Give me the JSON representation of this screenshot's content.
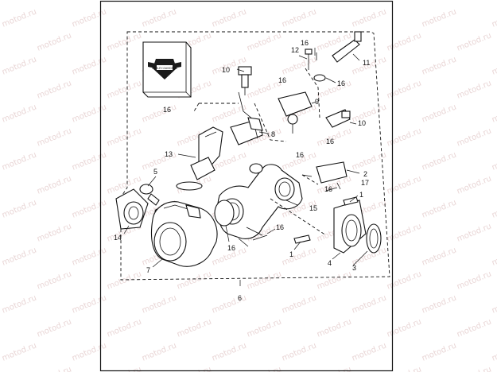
{
  "watermark": "motod.ru",
  "kit_label": "HARLEY-DAVIDSON",
  "callouts": [
    {
      "id": "c16a",
      "text": "16"
    },
    {
      "id": "c12",
      "text": "12"
    },
    {
      "id": "c11",
      "text": "11"
    },
    {
      "id": "c16b",
      "text": "16"
    },
    {
      "id": "c10a",
      "text": "10"
    },
    {
      "id": "c16c",
      "text": "16"
    },
    {
      "id": "c16d",
      "text": "16"
    },
    {
      "id": "c9",
      "text": "9"
    },
    {
      "id": "c10b",
      "text": "10"
    },
    {
      "id": "c16e",
      "text": "16"
    },
    {
      "id": "c8",
      "text": "8"
    },
    {
      "id": "c16f",
      "text": "16"
    },
    {
      "id": "c13",
      "text": "13"
    },
    {
      "id": "c2",
      "text": "2"
    },
    {
      "id": "c17",
      "text": "17"
    },
    {
      "id": "c16g",
      "text": "16"
    },
    {
      "id": "c5",
      "text": "5"
    },
    {
      "id": "c1a",
      "text": "1"
    },
    {
      "id": "c15",
      "text": "15"
    },
    {
      "id": "c16h",
      "text": "16"
    },
    {
      "id": "c14",
      "text": "14"
    },
    {
      "id": "c16i",
      "text": "16"
    },
    {
      "id": "c1b",
      "text": "1"
    },
    {
      "id": "c4",
      "text": "4"
    },
    {
      "id": "c3",
      "text": "3"
    },
    {
      "id": "c7",
      "text": "7"
    },
    {
      "id": "c6",
      "text": "6"
    }
  ]
}
